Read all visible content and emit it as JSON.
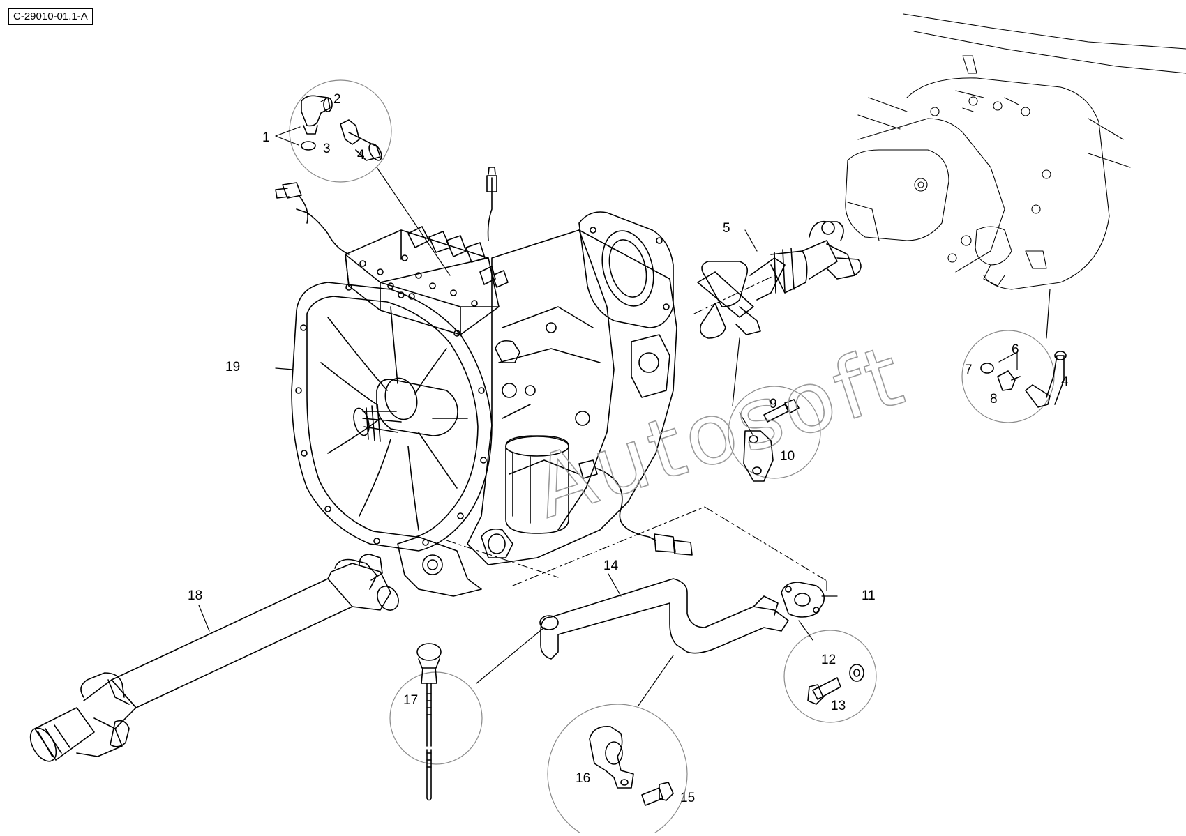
{
  "reference_code": "C-29010-01.1-A",
  "watermark": "Autosoft",
  "callouts": {
    "c1": "1",
    "c2": "2",
    "c3": "3",
    "c4a": "4",
    "c5": "5",
    "c6": "6",
    "c7": "7",
    "c8": "8",
    "c4b": "4",
    "c9": "9",
    "c10": "10",
    "c11": "11",
    "c12": "12",
    "c13": "13",
    "c14": "14",
    "c15": "15",
    "c16": "16",
    "c17": "17",
    "c18": "18",
    "c19": "19"
  },
  "colors": {
    "line": "#000000",
    "detail_circle": "#8a8a8a",
    "watermark": "#9a9a9a",
    "background": "#ffffff"
  }
}
